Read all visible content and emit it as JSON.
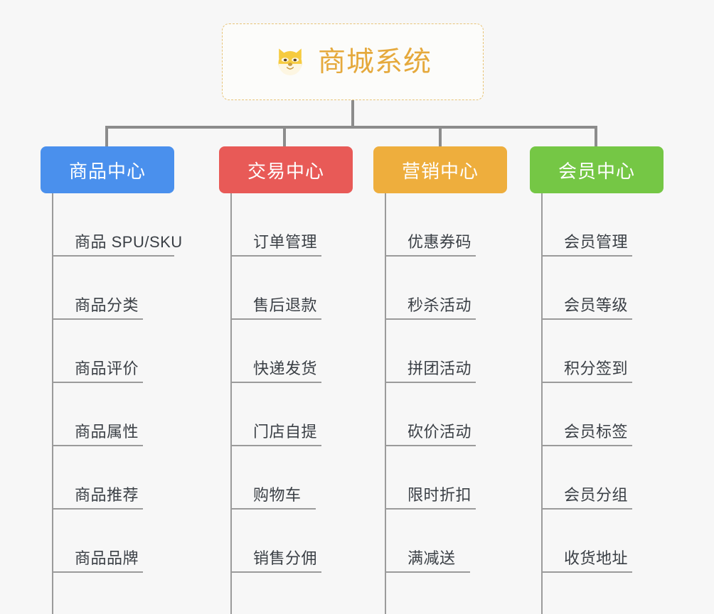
{
  "root": {
    "title": "商城系统",
    "icon": "shiba-dog-face-icon",
    "border_color": "#e8c478",
    "text_color": "#e5a93c"
  },
  "connector_color": "#8c8c8c",
  "columns": [
    {
      "id": "product-center",
      "header": "商品中心",
      "color": "#4a90ed",
      "items": [
        "商品 SPU/SKU",
        "商品分类",
        "商品评价",
        "商品属性",
        "商品推荐",
        "商品品牌"
      ]
    },
    {
      "id": "trade-center",
      "header": "交易中心",
      "color": "#e85a57",
      "items": [
        "订单管理",
        "售后退款",
        "快递发货",
        "门店自提",
        "购物车",
        "销售分佣"
      ]
    },
    {
      "id": "marketing-center",
      "header": "营销中心",
      "color": "#eeae3d",
      "items": [
        "优惠券码",
        "秒杀活动",
        "拼团活动",
        "砍价活动",
        "限时折扣",
        "满减送"
      ]
    },
    {
      "id": "member-center",
      "header": "会员中心",
      "color": "#75c745",
      "items": [
        "会员管理",
        "会员等级",
        "积分签到",
        "会员标签",
        "会员分组",
        "收货地址"
      ]
    }
  ]
}
